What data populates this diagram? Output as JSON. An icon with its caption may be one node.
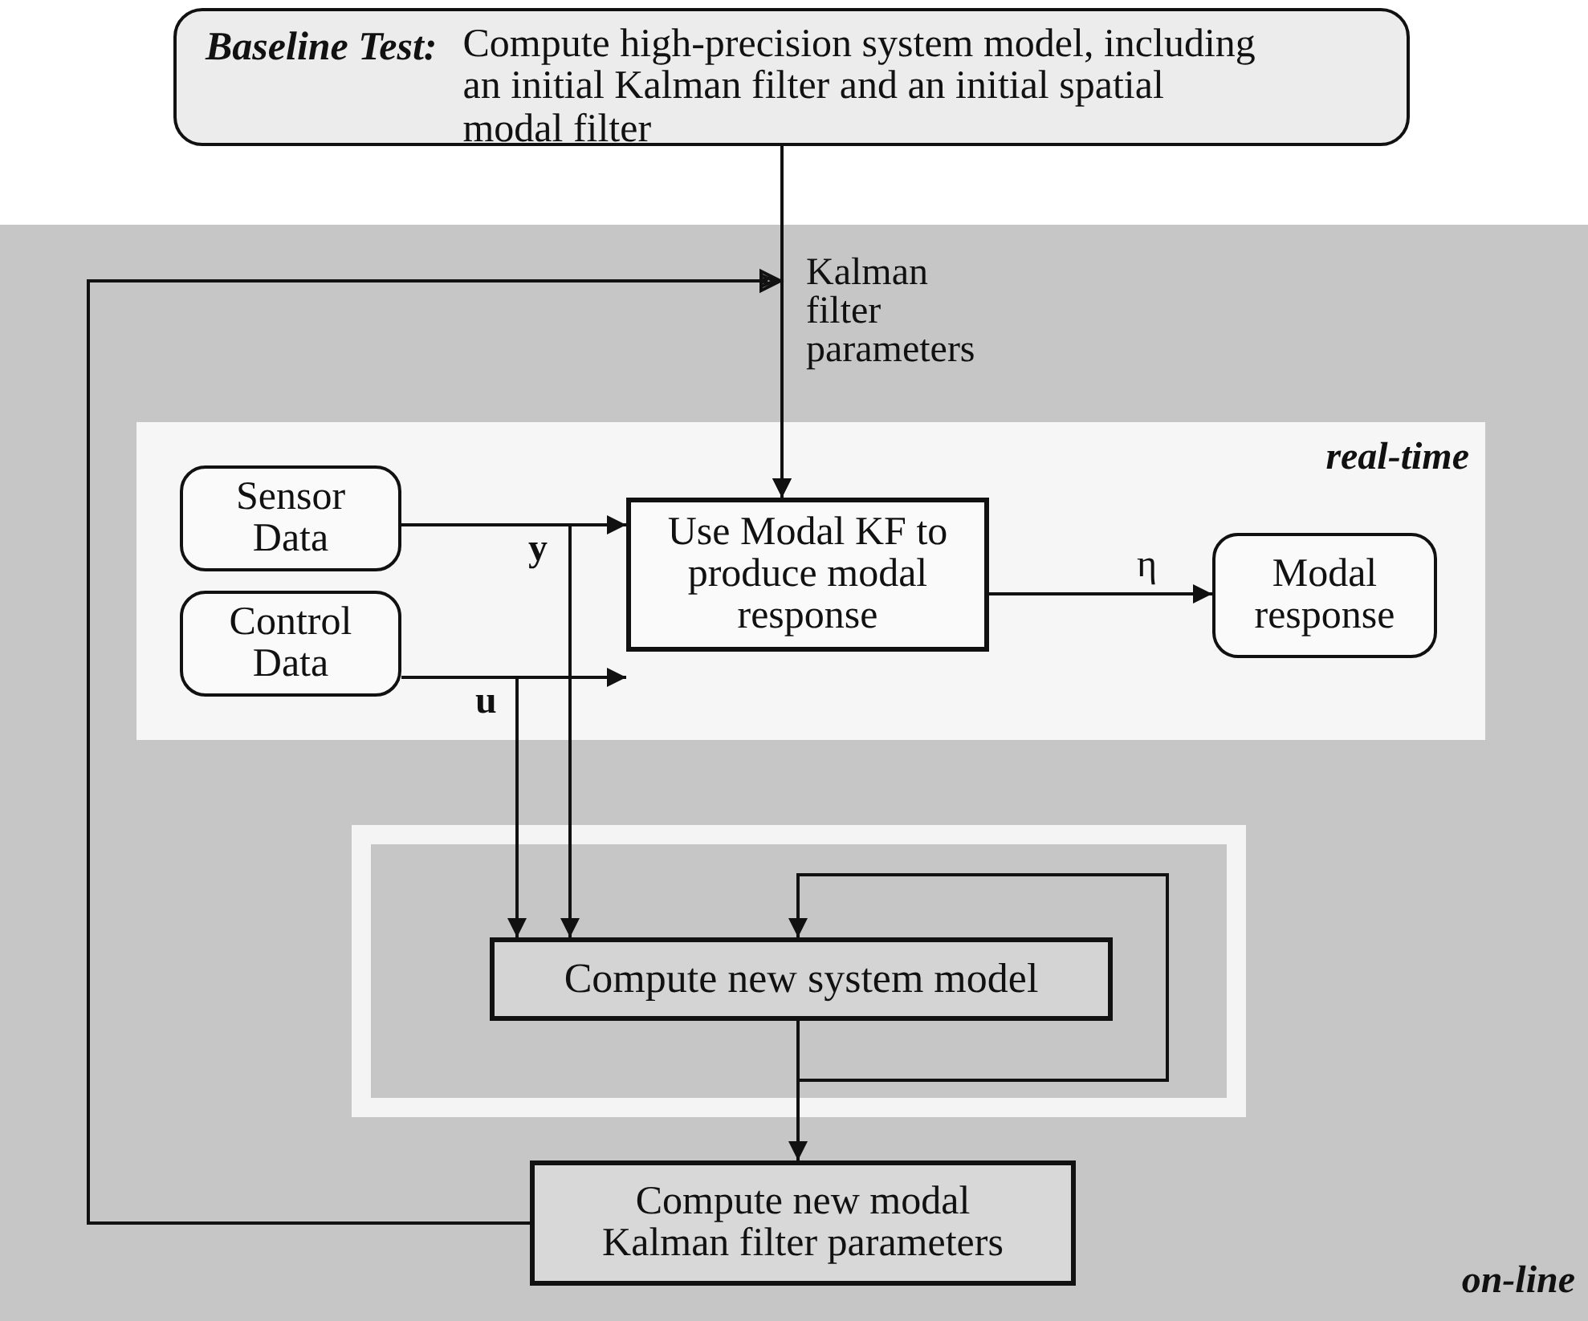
{
  "diagram": {
    "nodes": [
      {
        "text": [
          "Baseline Test:",
          "Compute high-precision system model, including an initial Kalman filter and an initial spatial modal filter"
        ]
      },
      {
        "text": [
          "on-line"
        ]
      },
      {
        "text": [
          "real-time"
        ],
        "in": 1
      },
      {
        "text": [
          "Sensor Data"
        ],
        "in": 2
      },
      {
        "text": [
          "Control Data"
        ],
        "in": 2
      },
      {
        "text": [
          "Use Modal KF to produce modal response"
        ],
        "in": 2
      },
      {
        "text": [
          "Modal response"
        ],
        "in": 2
      },
      {
        "text": [
          "Compute new system model"
        ],
        "in": 1
      },
      {
        "text": [
          "Compute new modal Kalman filter parameters"
        ],
        "in": 1
      }
    ],
    "edges": [
      {
        "from": 0,
        "to": 5,
        "arrow": "to",
        "label": "Kalman filter parameters"
      },
      {
        "from": 8,
        "to": 5,
        "arrow": "to"
      },
      {
        "from": 3,
        "to": 5,
        "arrow": "to",
        "label": "y"
      },
      {
        "from": 4,
        "to": 5,
        "arrow": "to",
        "label": "u"
      },
      {
        "from": 5,
        "to": 6,
        "arrow": "to",
        "label": "η"
      },
      {
        "from": 3,
        "to": 7,
        "arrow": "to"
      },
      {
        "from": 4,
        "to": 7,
        "arrow": "to"
      },
      {
        "from": 7,
        "to": 7,
        "arrow": "to"
      },
      {
        "from": 7,
        "to": 8,
        "arrow": "to"
      }
    ]
  }
}
